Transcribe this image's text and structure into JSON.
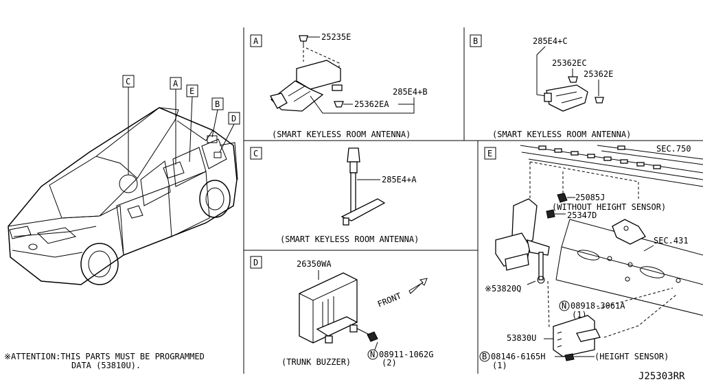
{
  "diagram": {
    "attention": {
      "line1": "※ATTENTION:THIS PARTS MUST BE PROGRAMMED",
      "line2": "DATA (53810U)."
    },
    "drawing_number": "J25303RR",
    "car_callouts": [
      "C",
      "A",
      "E",
      "B",
      "D"
    ],
    "panels": {
      "A": {
        "letter": "A",
        "parts": [
          "25235E",
          "285E4+B",
          "25362EA"
        ],
        "caption": "(SMART KEYLESS ROOM ANTENNA)"
      },
      "B": {
        "letter": "B",
        "parts": [
          "285E4+C",
          "25362EC",
          "25362E"
        ],
        "caption": "(SMART KEYLESS ROOM ANTENNA)"
      },
      "C": {
        "letter": "C",
        "parts": [
          "285E4+A"
        ],
        "caption": "(SMART KEYLESS ROOM ANTENNA)"
      },
      "D": {
        "letter": "D",
        "parts": [
          "26350WA",
          "FRONT",
          "08911-1062G",
          "(2)"
        ],
        "bolt_symbol": "N",
        "caption": "(TRUNK BUZZER)"
      },
      "E": {
        "letter": "E",
        "sec_750": "SEC.750",
        "sec_431": "SEC.431",
        "parts": {
          "p25085J": "25085J",
          "without_sensor": "(WITHOUT HEIGHT SENSOR)",
          "p25347D": "25347D",
          "p53820Q": "※53820Q",
          "p08918": "08918-3061A",
          "p08918_qty": "(1)",
          "p53830U": "53830U",
          "p08146": "08146-6165H",
          "p08146_qty": "(1)",
          "height_sensor": "(HEIGHT SENSOR)"
        },
        "symbol_n": "N",
        "symbol_b": "B"
      }
    }
  }
}
